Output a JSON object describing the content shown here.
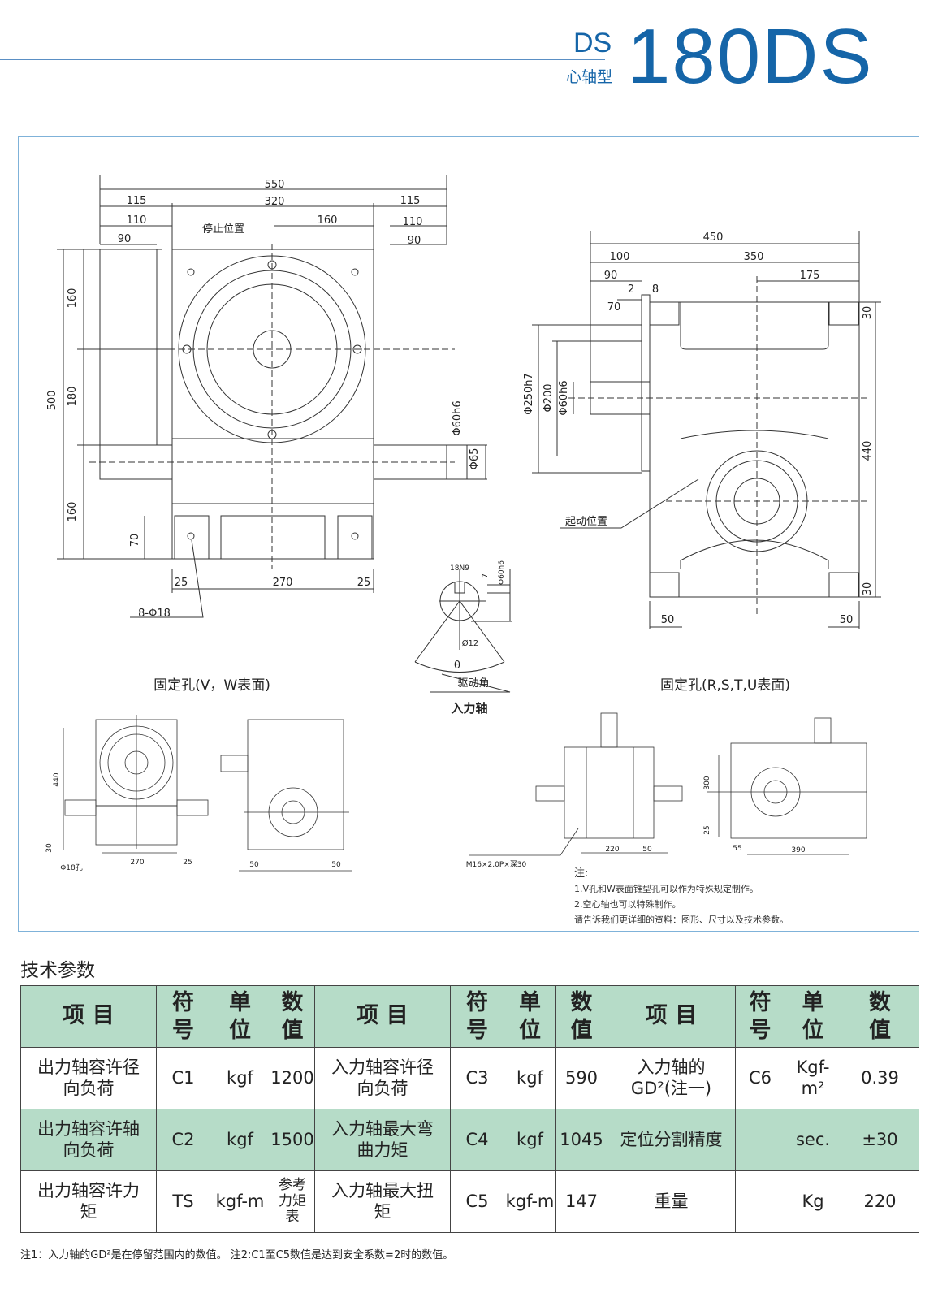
{
  "header": {
    "series": "DS",
    "type": "心轴型",
    "model": "180DS"
  },
  "drawing": {
    "labels": [
      "550",
      "115",
      "320",
      "115",
      "110",
      "160",
      "110",
      "90",
      "90",
      "停止位置",
      "160",
      "500",
      "180",
      "160",
      "70",
      "Φ60h6",
      "Φ65",
      "25",
      "270",
      "25",
      "8-Φ18",
      "450",
      "100",
      "350",
      "90",
      "175",
      "2",
      "8",
      "70",
      "Φ250h7",
      "Φ200",
      "Φ60h6",
      "30",
      "440",
      "30",
      "起动位置",
      "50",
      "50",
      "18N9",
      "7",
      "Φ60h6",
      "Ø12",
      "θ",
      "驱动角",
      "入力轴",
      "固定孔(V，W表面)",
      "固定孔(R,S,T,U表面)",
      "440",
      "30",
      "Φ18孔",
      "270",
      "25",
      "50",
      "50",
      "220",
      "50",
      "M16×2.0P×深30",
      "300",
      "25",
      "55",
      "390"
    ]
  },
  "notes": {
    "title": "注:",
    "lines": [
      "1.V孔和W表面锥型孔可以作为特殊规定制作。",
      "2.空心轴也可以特殊制作。",
      "请告诉我们更详细的资料：图形、尺寸以及技术参数。"
    ]
  },
  "specs": {
    "title": "技术参数",
    "headers": {
      "item": "项 目",
      "symbol": "符号",
      "unit": "单位",
      "value": "数值"
    },
    "rows": [
      [
        {
          "item": "出力轴容许径向负荷",
          "symbol": "C1",
          "unit": "kgf",
          "value": "1200"
        },
        {
          "item": "入力轴容许径向负荷",
          "symbol": "C3",
          "unit": "kgf",
          "value": "590"
        },
        {
          "item": "入力轴的GD²(注一)",
          "symbol": "C6",
          "unit": "Kgf-m²",
          "value": "0.39"
        }
      ],
      [
        {
          "item": "出力轴容许轴向负荷",
          "symbol": "C2",
          "unit": "kgf",
          "value": "1500"
        },
        {
          "item": "入力轴最大弯曲力矩",
          "symbol": "C4",
          "unit": "kgf",
          "value": "1045"
        },
        {
          "item": "定位分割精度",
          "symbol": "",
          "unit": "sec.",
          "value": "±30"
        }
      ],
      [
        {
          "item": "出力轴容许力矩",
          "symbol": "TS",
          "unit": "kgf-m",
          "value": "参考力矩表"
        },
        {
          "item": "入力轴最大扭矩",
          "symbol": "C5",
          "unit": "kgf-m",
          "value": "147"
        },
        {
          "item": "重量",
          "symbol": "",
          "unit": "Kg",
          "value": "220"
        }
      ]
    ]
  },
  "footnote": "注1：入力轴的GD²是在停留范围内的数值。   注2:C1至C5数值是达到安全系数=2时的数值。",
  "colors": {
    "brand": "#1565a8",
    "table_header": "#b6dcc8",
    "frame": "#7fb2d9"
  }
}
